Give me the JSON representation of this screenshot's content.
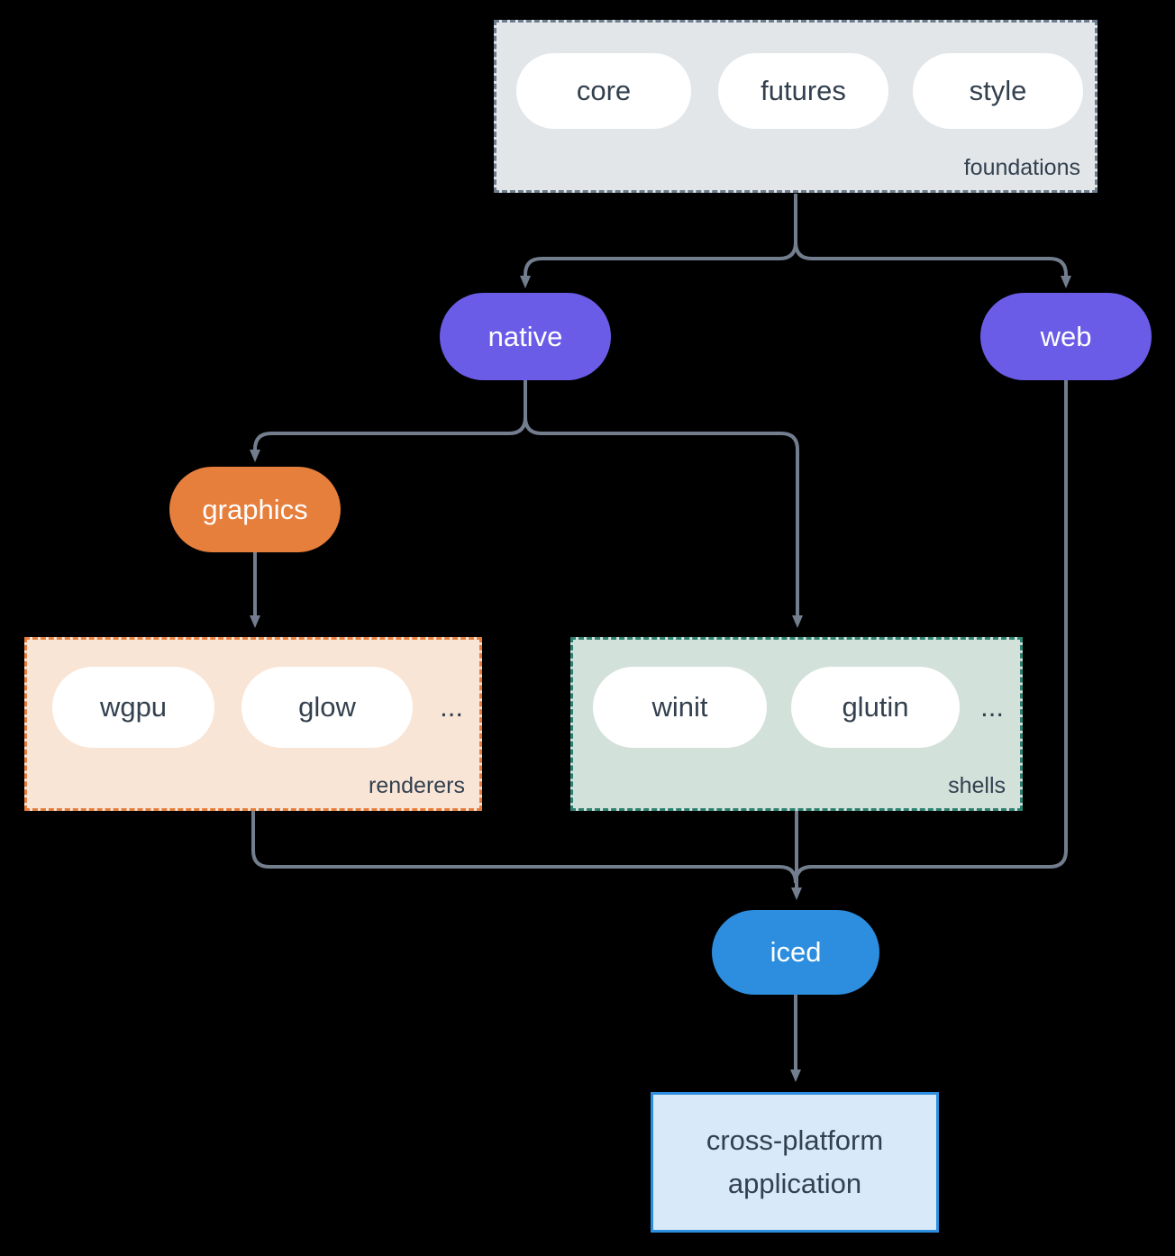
{
  "colors": {
    "bg": "#000000",
    "connector": "#727e8e",
    "dark_text": "#33404e",
    "white": "#ffffff",
    "purple": "#6a5ce7",
    "orange": "#e67e3c",
    "blue": "#2d8dde",
    "foundations_fill": "#e2e6e9",
    "foundations_border": "#6e7d8e",
    "renderers_fill": "#f9e5d6",
    "shells_fill": "#d3e1db",
    "shells_border": "#2c8170",
    "app_fill": "#d8e9f9"
  },
  "groups": {
    "foundations": {
      "label": "foundations",
      "items": [
        "core",
        "futures",
        "style"
      ]
    },
    "renderers": {
      "label": "renderers",
      "items": [
        "wgpu",
        "glow"
      ],
      "ellipsis": "..."
    },
    "shells": {
      "label": "shells",
      "items": [
        "winit",
        "glutin"
      ],
      "ellipsis": "..."
    }
  },
  "nodes": {
    "native": {
      "label": "native"
    },
    "web": {
      "label": "web"
    },
    "graphics": {
      "label": "graphics"
    },
    "iced": {
      "label": "iced"
    },
    "application": {
      "label_line1": "cross-platform",
      "label_line2": "application"
    }
  }
}
